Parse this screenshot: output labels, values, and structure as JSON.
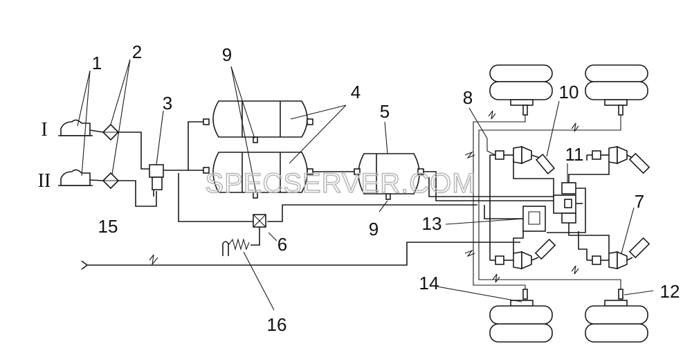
{
  "watermark": "SPECSERVER.COM",
  "circuits": [
    "I",
    "II"
  ],
  "callouts": [
    "1",
    "2",
    "3",
    "4",
    "5",
    "6",
    "7",
    "8",
    "9",
    "9",
    "10",
    "11",
    "12",
    "13",
    "14",
    "15",
    "16"
  ]
}
